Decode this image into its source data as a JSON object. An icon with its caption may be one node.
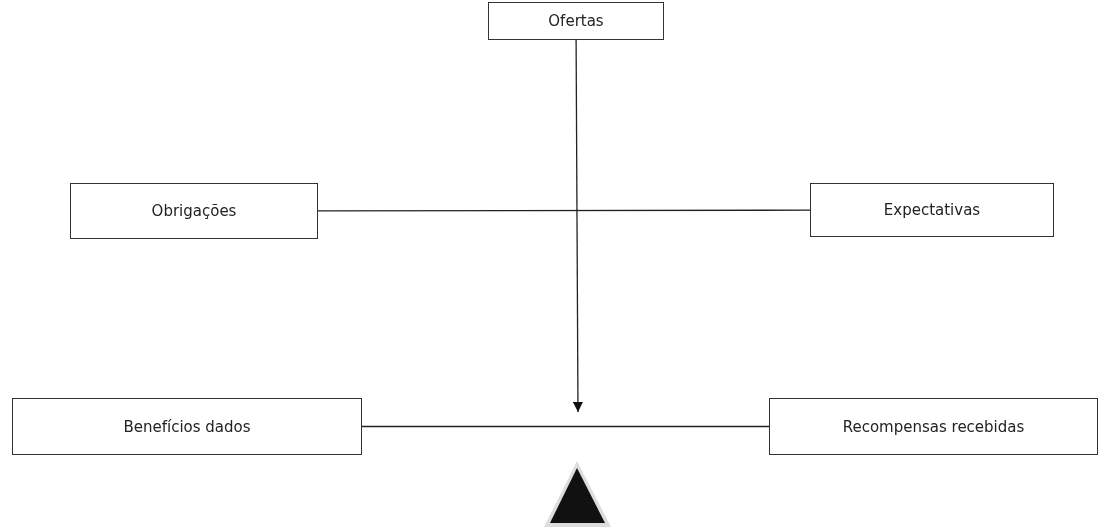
{
  "diagram": {
    "nodes": [
      {
        "text": [
          "Ofertas"
        ]
      },
      {
        "text": [
          "Obrigações"
        ]
      },
      {
        "text": [
          "Expectativas"
        ]
      },
      {
        "text": [
          "Benefícios dados"
        ]
      },
      {
        "text": [
          "Recompensas recebidas"
        ]
      }
    ],
    "edges": [
      {
        "from": 0,
        "to": null,
        "arrow": "to"
      },
      {
        "from": 1,
        "to": 2,
        "arrow": "none"
      },
      {
        "from": 3,
        "to": 4,
        "arrow": "none"
      }
    ]
  }
}
